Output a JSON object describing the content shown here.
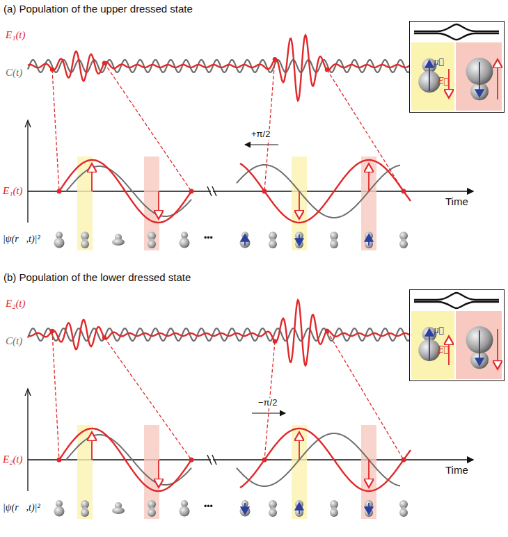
{
  "diagram": {
    "nodes": [
      {
        "text": [
          "μ⃗",
          "E⃗"
        ]
      },
      {
        "text": [
          "μ⃗",
          "E⃗"
        ]
      }
    ],
    "labels": [
      "(a) Population of the upper dressed state",
      "E₁(t)",
      "C(t)",
      "E₁(t)",
      "Time",
      "+π/2",
      "|ψ(r⃗,t)|²",
      "•••",
      "(b) Population of the lower dressed state",
      "E₂(t)",
      "C(t)",
      "E₂(t)",
      "Time",
      "−π/2",
      "|ψ(r⃗,t)|²",
      "•••"
    ]
  }
}
